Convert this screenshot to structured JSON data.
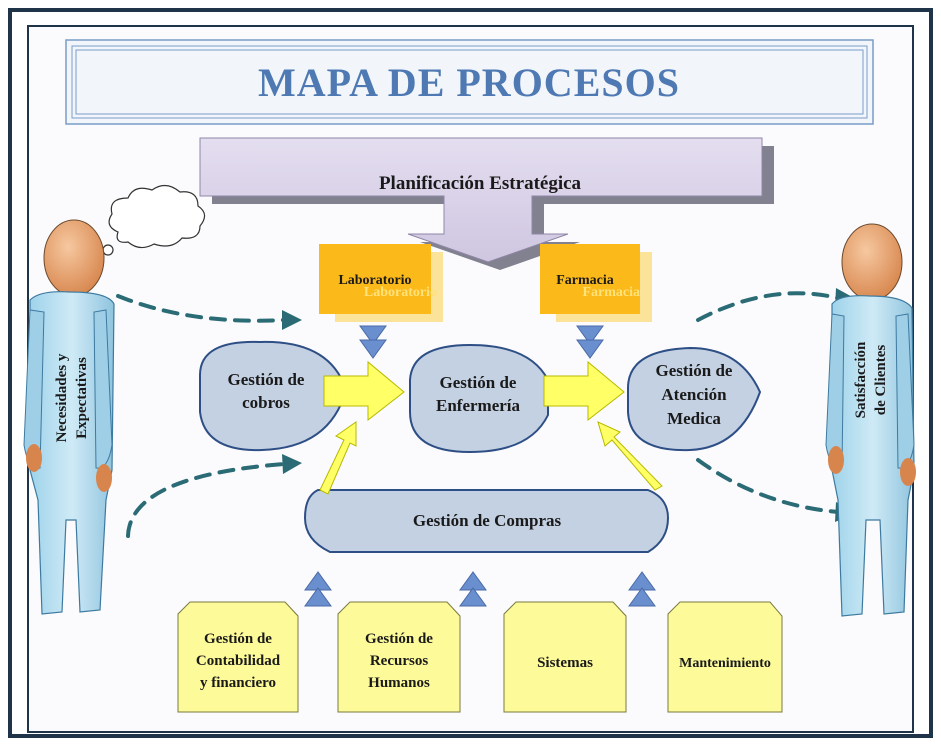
{
  "title": "MAPA DE PROCESOS",
  "strategic": "Planificación Estratégica",
  "lab_front": "Laboratorio",
  "lab_shadow": "Laboratorio",
  "farm_front": "Farmacia",
  "farm_shadow": "Farmacia",
  "cobros": [
    "Gestión de",
    "cobros"
  ],
  "enfermeria": [
    "Gestión de",
    "Enfermería"
  ],
  "atencion": [
    "Gestión de",
    "Atención",
    "Medica"
  ],
  "compras": "Gestión de Compras",
  "left_person": [
    "Necesidades y",
    "Expectativas"
  ],
  "right_person": [
    "Satisfacción",
    "de Clientes"
  ],
  "support": [
    [
      "Gestión de",
      "Contabilidad",
      "y financiero"
    ],
    [
      "Gestión de",
      "Recursos",
      "Humanos"
    ],
    [
      "Sistemas"
    ],
    [
      "Mantenimiento"
    ]
  ],
  "colors": {
    "frame": "#1f3349",
    "title": "#4f79b3",
    "strategic_fill": "#d6cfe3",
    "orange": "#fbb91a",
    "process_fill": "#c4d1e3",
    "process_stroke": "#2e4f86",
    "yellow_arrow": "#ffff66",
    "support_fill": "#fdfa9a",
    "dashed_arrow": "#2a6b76"
  }
}
